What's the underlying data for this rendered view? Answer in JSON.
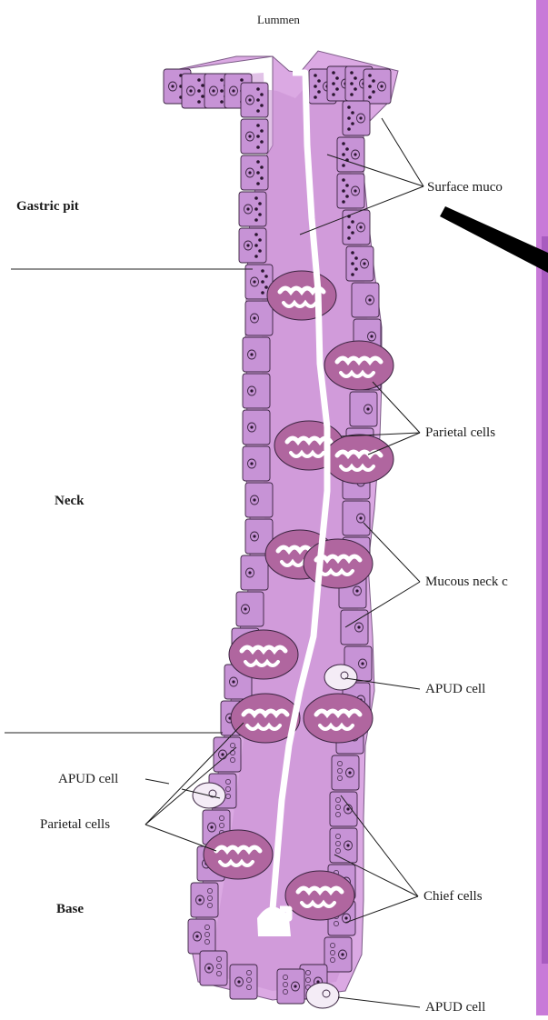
{
  "labels": {
    "lumen": "Lummen",
    "gastric_pit": "Gastric pit",
    "neck": "Neck",
    "base": "Base",
    "surface_mucous": "Surface muco",
    "parietal_right": "Parietal cells",
    "mucous_neck": "Mucous neck c",
    "apud_right_upper": "APUD cell",
    "apud_left": "APUD cell",
    "parietal_left": "Parietal cells",
    "chief_cells": "Chief cells",
    "apud_right_lower": "APUD cell"
  },
  "colors": {
    "tissue": "#d9a6e0",
    "tissue_dark": "#b77fc4",
    "outline": "#3a2440",
    "cell_fill": "#c793d6",
    "parietal": "#b0669f",
    "granule": "#2a1530",
    "pointer": "#000000",
    "histo_strip": "#c87ad8"
  }
}
